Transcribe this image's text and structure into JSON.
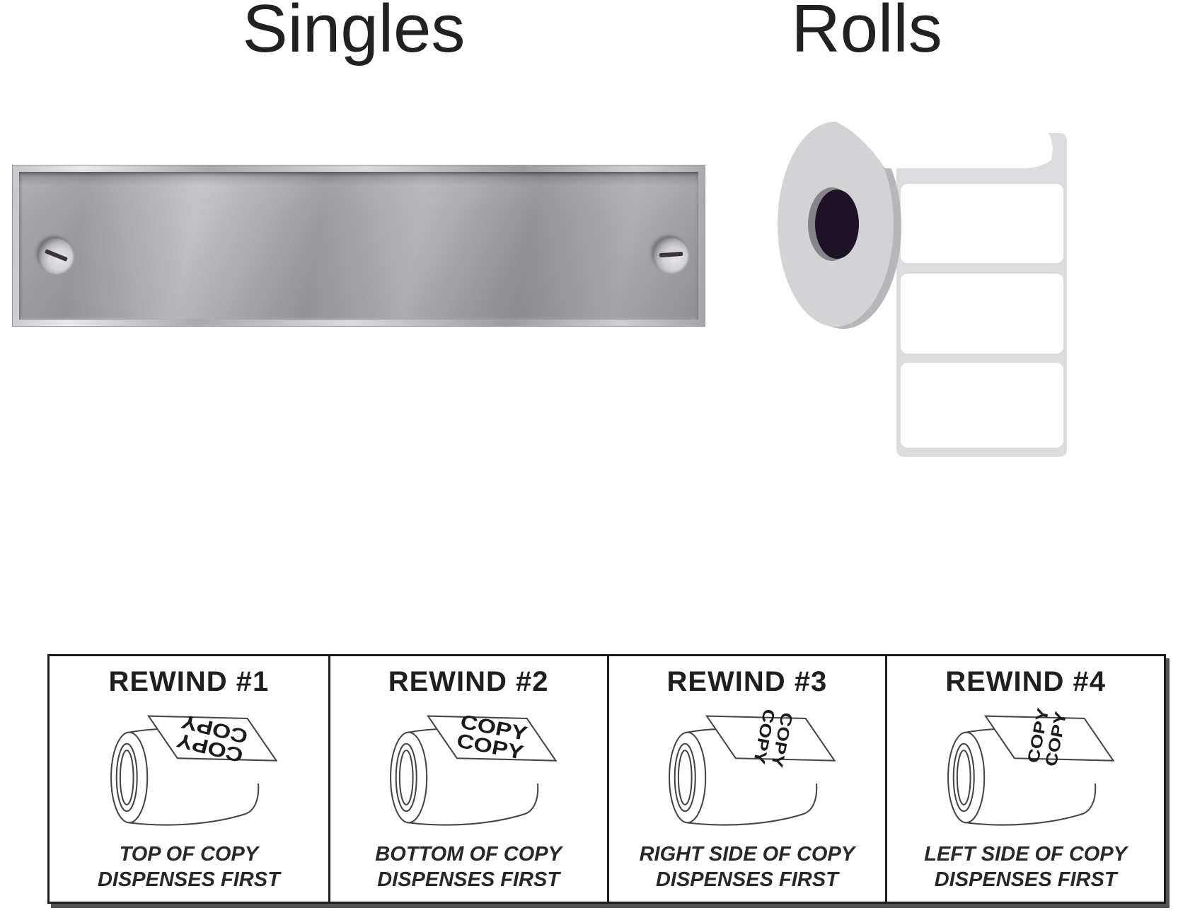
{
  "headers": {
    "singles_title": "Singles",
    "rolls_title": "Rolls"
  },
  "rewind_table": {
    "cells": [
      {
        "heading": "REWIND #1",
        "copy_word_1": "COPY",
        "copy_word_2": "COPY",
        "copy_orientation": "upside-down",
        "caption_line1": "TOP OF COPY",
        "caption_line2": "DISPENSES FIRST"
      },
      {
        "heading": "REWIND #2",
        "copy_word_1": "COPY",
        "copy_word_2": "COPY",
        "copy_orientation": "upright",
        "caption_line1": "BOTTOM OF COPY",
        "caption_line2": "DISPENSES FIRST"
      },
      {
        "heading": "REWIND #3",
        "copy_word_1": "COPY",
        "copy_word_2": "COPY",
        "copy_orientation": "rotated-90-clockwise",
        "caption_line1": "RIGHT SIDE OF COPY",
        "caption_line2": "DISPENSES FIRST"
      },
      {
        "heading": "REWIND #4",
        "copy_word_1": "COPY",
        "copy_word_2": "COPY",
        "copy_orientation": "rotated-90-counterclockwise",
        "caption_line1": "LEFT SIDE OF COPY",
        "caption_line2": "DISPENSES FIRST"
      }
    ]
  },
  "colors": {
    "ink": "#232024",
    "plate_metal_light": "#e9e9ec",
    "plate_metal_dark": "#98989d",
    "screw_slot": "#3a3337",
    "roll_face_gray": "#d3d3d6",
    "roll_shadow_gray": "#b7b7ba",
    "roll_core_dark": "#1d1226",
    "liner_gray": "#dcdcde",
    "label_white": "#ffffff",
    "table_border": "#1d1d1f",
    "table_shadow": "#505356"
  }
}
